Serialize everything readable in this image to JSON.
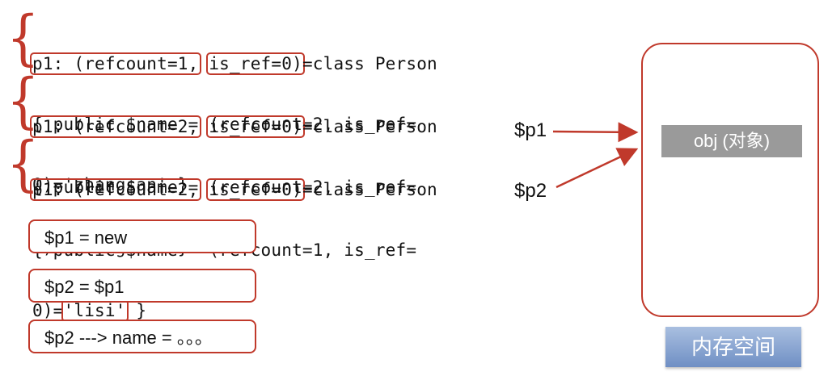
{
  "blocks": [
    {
      "lines": [
        {
          "hl1": "p1: (refcount=1,",
          "hl2": "is_ref=0)",
          "rest": "=class Person"
        },
        {
          "text": "{ public $name = (refcount=2, is_ref="
        },
        {
          "text": "0)='zhangsan' }"
        }
      ]
    },
    {
      "lines": [
        {
          "hl1": "p1: (refcount=2,",
          "hl2": "is_ref=0)",
          "rest": "=class Person"
        },
        {
          "text": "{ public $name = (refcount=2, is_ref="
        },
        {
          "text": "0)='zhangsan' }"
        }
      ]
    },
    {
      "lines": [
        {
          "hl1": "p1: (refcount=2,",
          "hl2": "is_ref=0)",
          "rest": "=class Person"
        },
        {
          "text": "{ public $name = (refcount=1, is_ref="
        },
        {
          "pre": "0)=",
          "hl3": "'lisi'",
          "post": " }"
        }
      ]
    }
  ],
  "statements": [
    "$p1 =  new",
    "$p2 =  $p1",
    "$p2  ---> name = 。。。"
  ],
  "vars": {
    "p1": "$p1",
    "p2": "$p2"
  },
  "memory": {
    "object_label": "obj (对象)",
    "caption": "内存空间"
  },
  "colors": {
    "accent": "#c0392b",
    "object": "#9a9a9a",
    "caption_bg": "#7f9dcc"
  }
}
